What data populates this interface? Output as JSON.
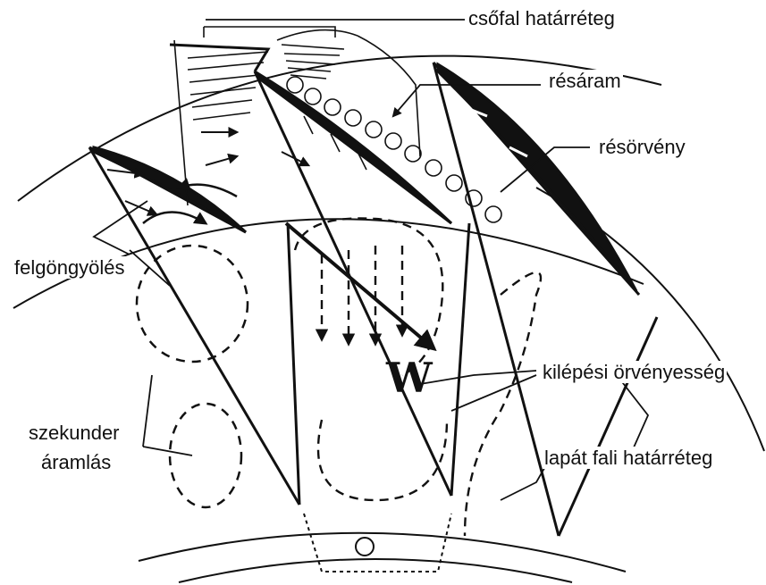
{
  "labels": {
    "csofal": "csőfal határréteg",
    "resaram": "résáram",
    "resorveny": "résörvény",
    "felgongyoles": "felgöngyölés",
    "kilepesi": "kilépési örvényesség",
    "szekunder_1": "szekunder",
    "szekunder_2": "áramlás",
    "lapat": "lapát fali határréteg",
    "w": "W"
  },
  "colors": {
    "ink": "#111111",
    "background": "#ffffff"
  }
}
